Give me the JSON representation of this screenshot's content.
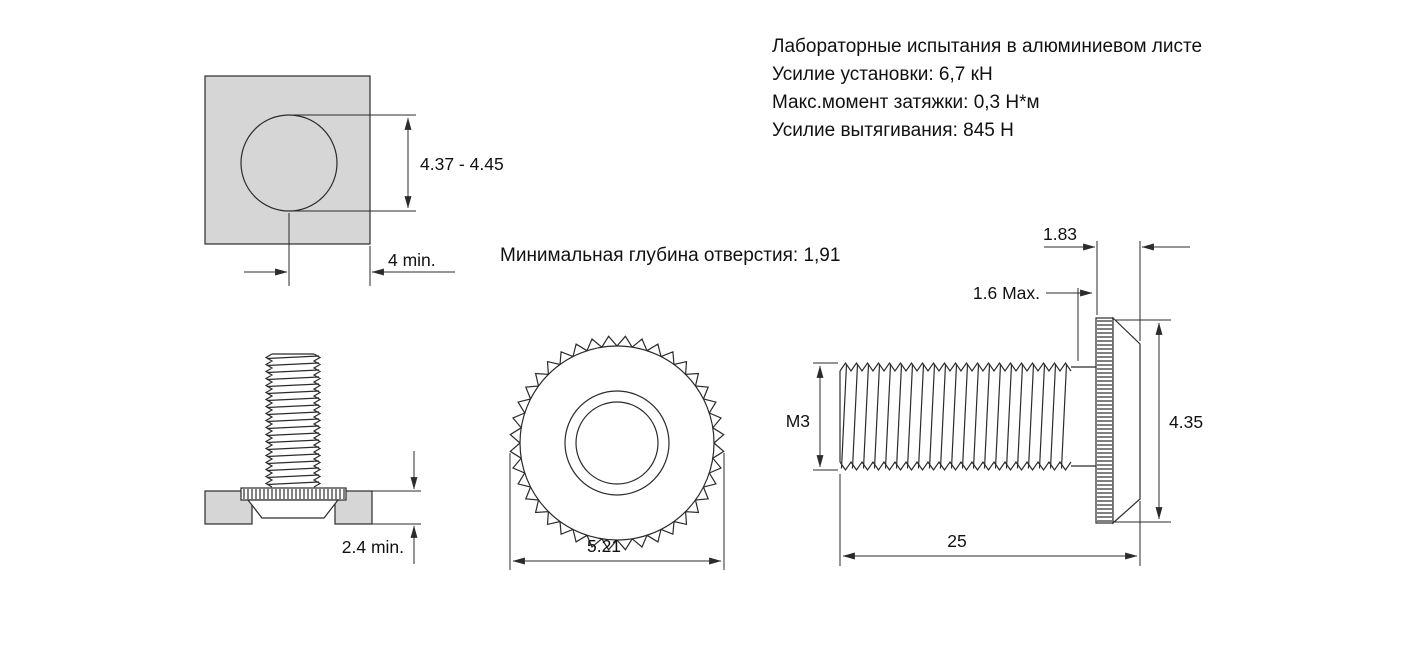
{
  "notes": {
    "lab_title": "Лабораторные испытания в алюминиевом листе",
    "install_force": "Усилие установки: 6,7 кН",
    "torque": "Макс.момент затяжки: 0,3 Н*м",
    "pullout": "Усилие вытягивания: 845 Н",
    "min_hole_depth": "Минимальная глубина отверстия: 1,91"
  },
  "dims": {
    "hole_dia": "4.37 - 4.45",
    "edge_min": "4 min.",
    "sheet_min": "2.4 min.",
    "head_dia": "5.21",
    "head_height": "1.83",
    "shank_max": "1.6 Max.",
    "thread": "M3",
    "flange_dia": "4.35",
    "length": "25"
  },
  "colors": {
    "sheet_fill": "#d6d6d6",
    "line": "#2b2b2b"
  }
}
